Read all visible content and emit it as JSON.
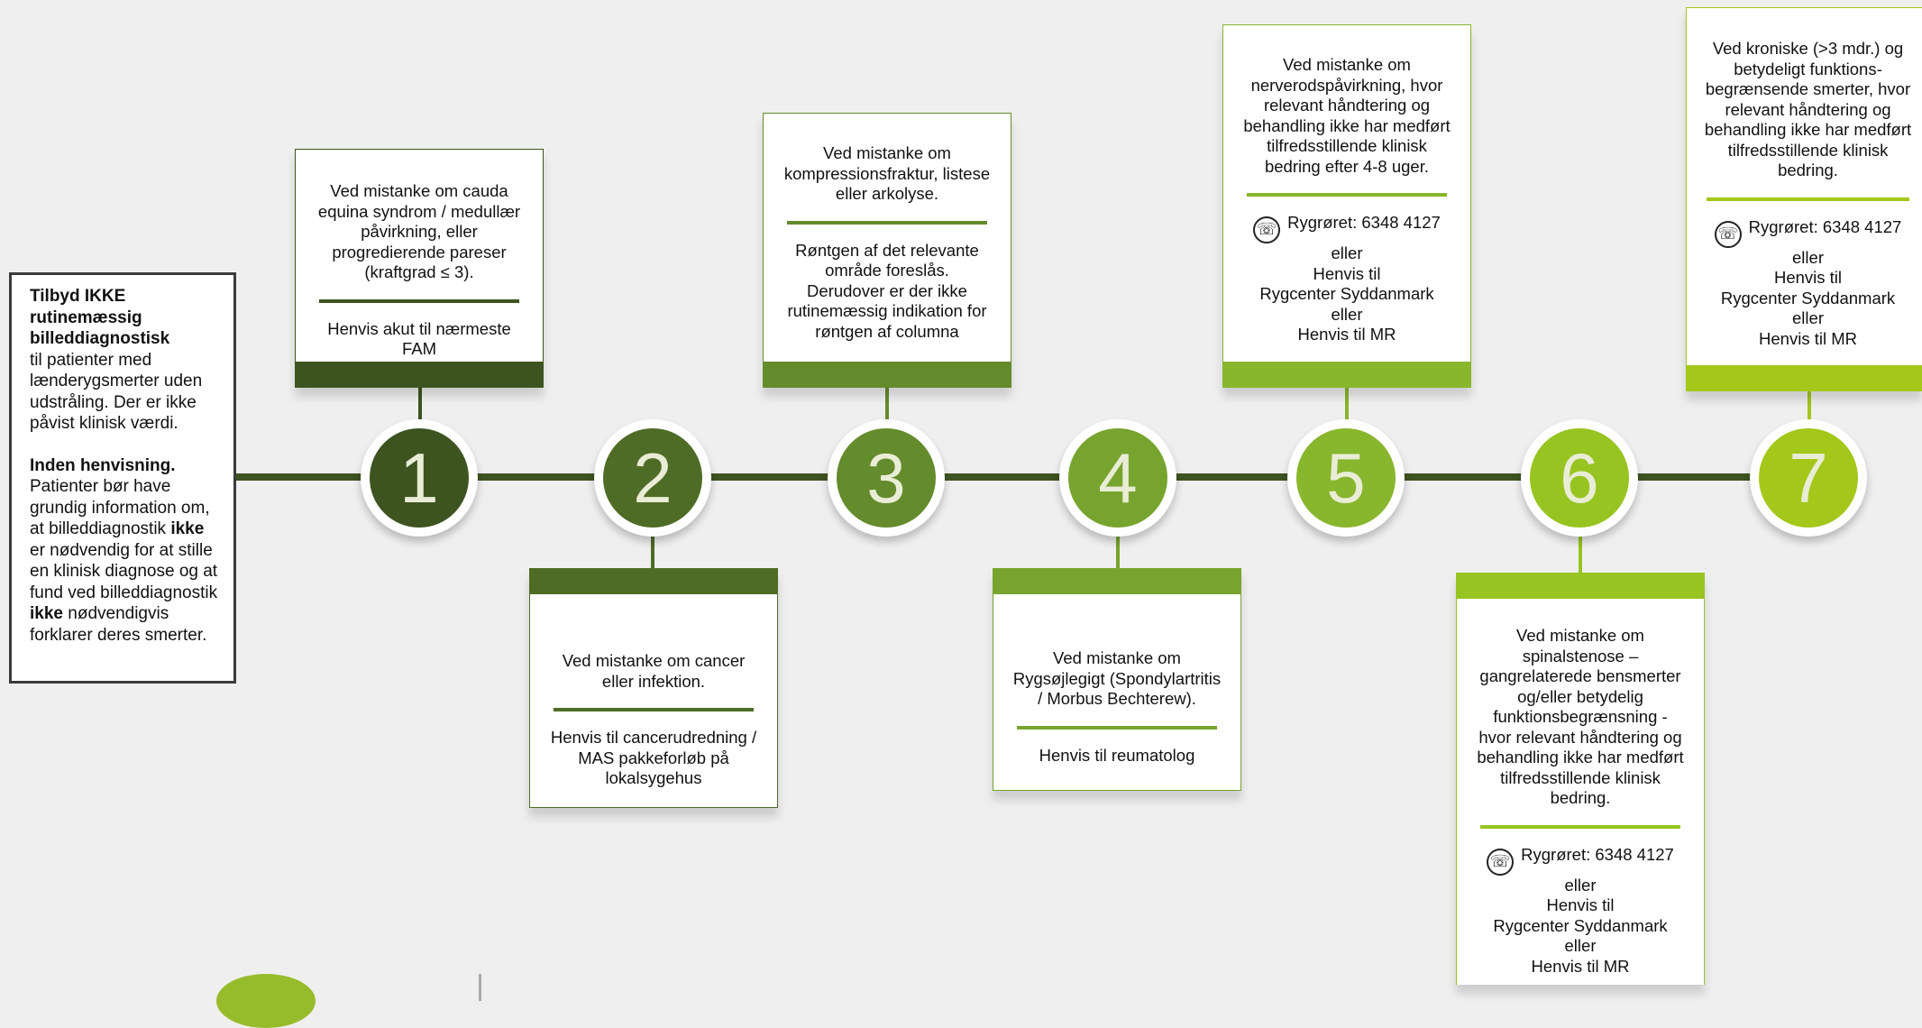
{
  "intro": {
    "p1_bold": "Tilbyd IKKE rutinemæssig billeddiagnostisk",
    "p1_text": "til patienter med lænderygsmerter uden udstråling. Der er ikke påvist klinisk værdi.",
    "p2_bold": "Inden henvisning.",
    "p2_a": "Patienter bør have grundig information om, at billeddiagnostik",
    "p2_ikke1": "ikke",
    "p2_b": "er nødvendig for at stille en klinisk diagnose og at fund ved billeddiagnostik",
    "p2_ikke2": "ikke",
    "p2_c": "nødvendigvis forklarer deres smerter."
  },
  "colors": {
    "line": "#3d5420",
    "step1": "#3d5420",
    "step2": "#4f6c26",
    "step3": "#648b2c",
    "step4": "#77a42e",
    "step5": "#88b62c",
    "step6": "#97c420",
    "step7": "#a3c81a",
    "background": "#efefef"
  },
  "steps": [
    {
      "number": "1",
      "condition": "Ved mistanke om cauda\nequina syndrom / medullær\npåvirkning, eller\nprogredierende pareser\n(kraftgrad ≤ 3).",
      "action": "Henvis akut til nærmeste FAM"
    },
    {
      "number": "2",
      "condition": "Ved mistanke om cancer\neller infektion.",
      "action": "Henvis til cancerudredning /\nMAS pakkeforløb på\nlokalsygehus"
    },
    {
      "number": "3",
      "condition": "Ved mistanke om\nkompressionsfraktur, listese\neller arkolyse.",
      "action": "Røntgen af det relevante\nområde foreslås.\nDerudover er der ikke\nrutinemæssig indikation for\nrøntgen af columna"
    },
    {
      "number": "4",
      "condition": "Ved mistanke om\nRygsøjlegigt (Spondylartritis\n/ Morbus Bechterew).",
      "action": "Henvis til reumatolog"
    },
    {
      "number": "5",
      "condition": "Ved mistanke om\nnerverodspåvirkning, hvor\nrelevant håndtering og\nbehandling ikke har medført\ntilfredsstillende klinisk\nbedring efter 4-8 uger.",
      "phone": "Rygrøret: 6348 4127",
      "action": "eller\nHenvis til\nRygcenter Syddanmark\neller\nHenvis til MR"
    },
    {
      "number": "6",
      "condition": "Ved mistanke om\nspinalstenose –\ngangrelaterede bensmerter\nog/eller betydelig\nfunktionsbegrænsning -\nhvor relevant håndtering og\nbehandling ikke har medført\ntilfredsstillende klinisk\nbedring.",
      "phone": "Rygrøret: 6348 4127",
      "action": "eller\nHenvis til\nRygcenter Syddanmark\neller\nHenvis til MR"
    },
    {
      "number": "7",
      "condition": "Ved kroniske (>3 mdr.) og\nbetydeligt funktions-\nbegrænsende smerter, hvor\nrelevant håndtering og\nbehandling ikke har medført\ntilfredsstillende klinisk\nbedring.",
      "phone": "Rygrøret: 6348 4127",
      "action": "eller\nHenvis til\nRygcenter Syddanmark\neller\nHenvis til MR"
    }
  ],
  "icons": {
    "phone": "telephone-icon"
  }
}
